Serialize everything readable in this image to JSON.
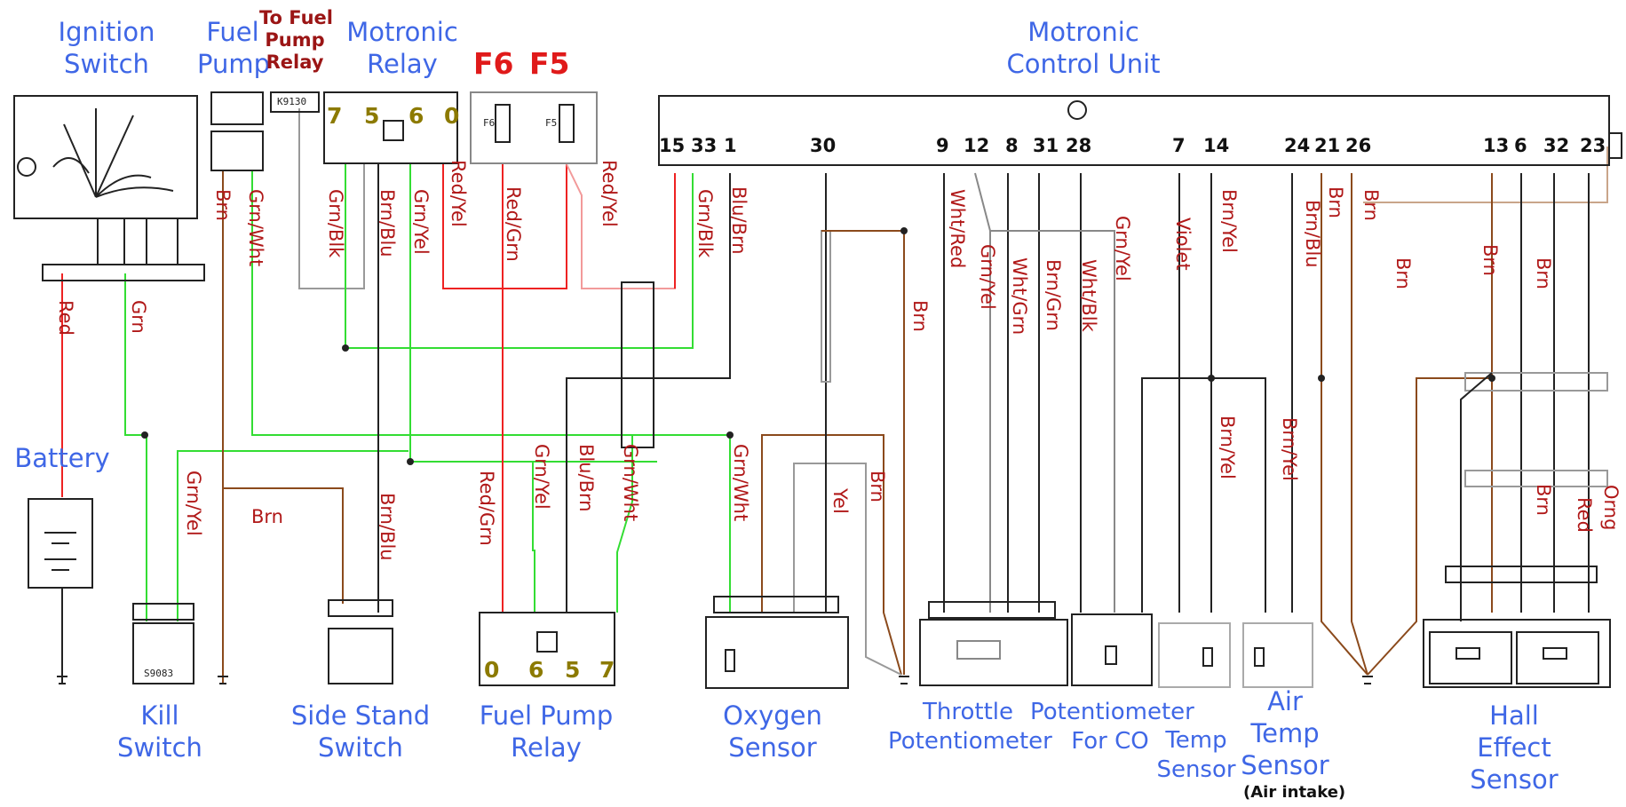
{
  "components": {
    "ignition_switch": [
      "Ignition",
      "Switch"
    ],
    "fuel_pump": [
      "Fuel",
      "Pump"
    ],
    "motronic_relay": [
      "Motronic",
      "Relay"
    ],
    "motronic_control_unit": [
      "Motronic",
      "Control Unit"
    ],
    "battery": "Battery",
    "kill_switch": [
      "Kill",
      "Switch"
    ],
    "side_stand_switch": [
      "Side Stand",
      "Switch"
    ],
    "fuel_pump_relay": [
      "Fuel Pump",
      "Relay"
    ],
    "oxygen_sensor": [
      "Oxygen",
      "Sensor"
    ],
    "throttle_potentiometer": [
      "Throttle",
      "Potentiometer"
    ],
    "potentiometer_for_co": [
      "Potentiometer",
      "For CO"
    ],
    "temp_sensor": [
      "Temp",
      "Sensor"
    ],
    "air_temp_sensor": [
      "Air",
      "Temp",
      "Sensor"
    ],
    "air_intake_note": "(Air intake)",
    "hall_effect_sensor": [
      "Hall",
      "Effect",
      "Sensor"
    ]
  },
  "to_fuel_pump_relay": [
    "To Fuel",
    "Pump",
    "Relay"
  ],
  "fuses": {
    "f6": "F6",
    "f5": "F5"
  },
  "fuse_codes": {
    "f6": "F6",
    "f5": "F5"
  },
  "relay_pins_top": [
    "7",
    "5",
    "6",
    "0"
  ],
  "relay_pins_bottom": [
    "0",
    "6",
    "5",
    "7"
  ],
  "ecu_pins": [
    "15",
    "33",
    "1",
    "30",
    "9",
    "12",
    "8",
    "31",
    "28",
    "7",
    "14",
    "24",
    "21",
    "26",
    "13",
    "6",
    "32",
    "23"
  ],
  "part_codes": {
    "k9130": "K9130",
    "s9083": "S9083"
  },
  "wire_labels": [
    "Red",
    "Grn",
    "Grn/Yel",
    "Brn",
    "Brn",
    "Grn/Wht",
    "Grn/Blk",
    "Brn/Blu",
    "Grn/Yel",
    "Red/Yel",
    "Red/Grn",
    "Red/Yel",
    "Brn/Blu",
    "Red/Grn",
    "Grn/Yel",
    "Blu/Brn",
    "Grn/Wht",
    "Grn/Blk",
    "Blu/Brn",
    "Brn",
    "Grn/Wht",
    "Yel",
    "Brn",
    "Wht/Red",
    "Grn/Yel",
    "Wht/Grn",
    "Brn/Grn",
    "Wht/Blk",
    "Grn/Yel",
    "Violet",
    "Brn/Yel",
    "Brn/Yel",
    "Brn/Yel",
    "Brn",
    "Brn/Blu",
    "Brn",
    "Brn",
    "Brn",
    "Brn",
    "Brn",
    "Red",
    "Orng"
  ],
  "colors": {
    "component_label": "#3f67e6",
    "wire_label": "#b01818",
    "fuse_label": "#e01a1a",
    "pin_olive": "#8c7a00",
    "wire_red": "#ee2222",
    "wire_green": "#33dd33",
    "wire_brown": "#8b4a1c",
    "wire_black": "#222222",
    "wire_gray": "#999999",
    "wire_pink": "#f29a9a"
  }
}
